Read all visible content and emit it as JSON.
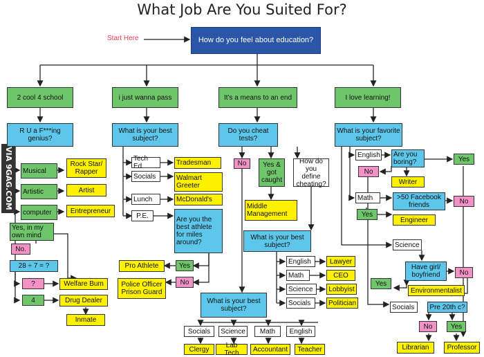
{
  "title": "What Job Are You Suited For?",
  "start_label": "Start Here",
  "watermark": "VIA 9GAG.COM",
  "nodes": {
    "root": "How do you feel about education?",
    "cool4school": "2 cool 4 school",
    "justpass": "i just wanna pass",
    "meansend": "It's a means to an end",
    "lovelearn": "I love learning!",
    "genius": "R U a F***ing genius?",
    "bestsubj1": "What is your best subject?",
    "cheat": "Do you cheat tests?",
    "favsubj": "What is your favorite subject?",
    "musical": "Musical",
    "artistic": "Artistic",
    "computer": "computer",
    "ownmind": "Yes, in my own mind",
    "no_genius": "No.",
    "rockstar": "Rock Star/ Rapper",
    "artist": "Artist",
    "entrepreneur": "Entrepreneur",
    "math_q": "28 ÷ 7 = ?",
    "ans_q": "?",
    "ans_4": "4",
    "welfare": "Welfare Bum",
    "drugdealer": "Drug Dealer",
    "inmate": "Inmate",
    "teched": "Tech Ed",
    "socials1": "Socials",
    "lunch": "Lunch",
    "pe": "P.E.",
    "tradesman": "Tradesman",
    "walmart": "Walmart Greeter",
    "mcdonalds": "McDonald's",
    "athlete_q": "Are you the best athlete for miles around?",
    "pro_athlete": "Pro Athlete",
    "yes_ath": "Yes",
    "no_ath": "No",
    "police": "Police Officer Prison Guard",
    "no_cheat": "No",
    "yes_caught": "Yes & got caught",
    "define_cheat": "How do you define cheating?",
    "middle_mgmt": "Middle Management",
    "bestsubj2": "What is your best subject?",
    "english2": "English",
    "math2": "Math",
    "science2": "Science",
    "socials2": "Socials",
    "lawyer": "Lawyer",
    "ceo": "CEO",
    "lobbyist": "Lobbyist",
    "politician": "Politician",
    "bestsubj3": "What is your best subject?",
    "socials3": "Socials",
    "science3": "Science",
    "math3": "Math",
    "english3": "English",
    "clergy": "Clergy",
    "labtech": "Lab Tech",
    "accountant": "Accountant",
    "teacher": "Teacher",
    "english4": "English",
    "boring": "Are you boring?",
    "yes_boring": "Yes",
    "no_boring": "No",
    "writer": "Writer",
    "math4": "Math",
    "fb_friends": ">50 Facebook friends",
    "no_fb": "No",
    "yes_fb": "Yes",
    "engineer": "Engineer",
    "science4": "Science",
    "girlfriend": "Have girl/ boyfriend",
    "no_gf": "No",
    "yes_gf": "Yes",
    "environmentalist": "Environmentalist",
    "socials4": "Socials",
    "pre20": "Pre 20th c?",
    "no_pre": "No",
    "yes_pre": "Yes",
    "librarian": "Librarian",
    "professor": "Professor"
  }
}
